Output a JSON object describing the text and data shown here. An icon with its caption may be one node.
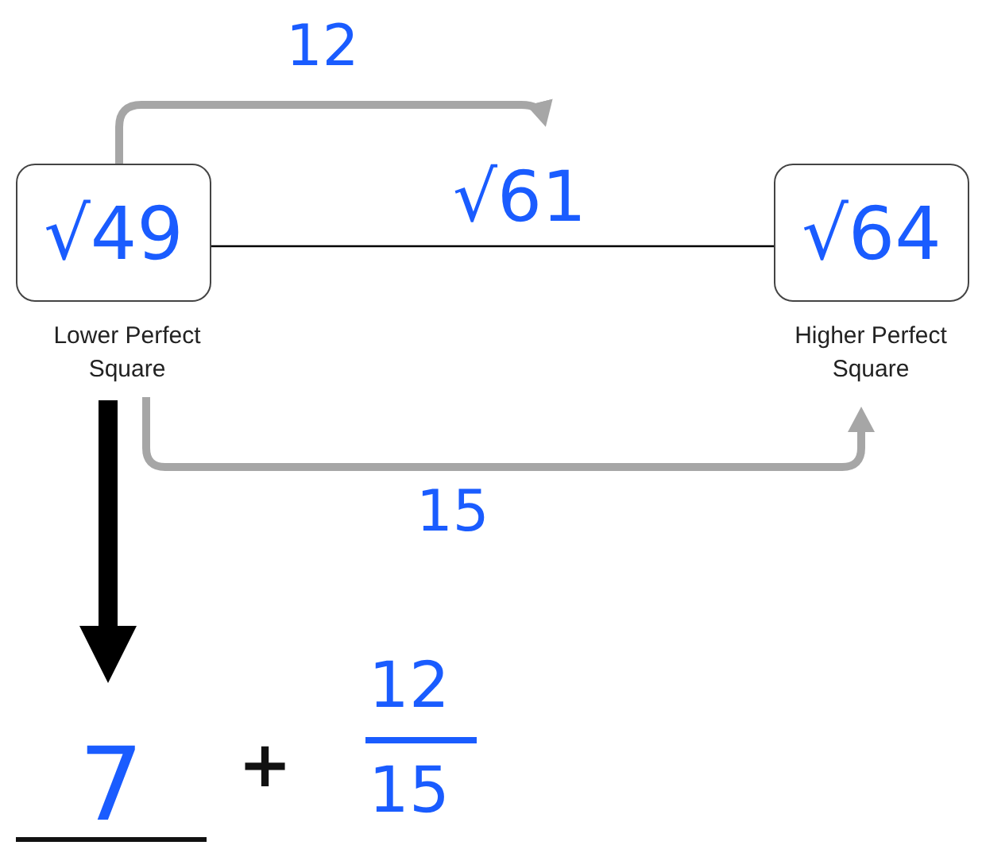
{
  "diagram": {
    "nodes": [
      {
        "text": [
          "√49"
        ],
        "beside": [
          "Lower Perfect Square"
        ]
      },
      {
        "text": [
          "√64"
        ],
        "beside": [
          "Higher Perfect Square"
        ]
      },
      {
        "text": [
          "7"
        ]
      }
    ],
    "edges": [
      {
        "from": 0,
        "to": 1,
        "arrow": "none",
        "label": "√61"
      },
      {
        "from": 0,
        "to": null,
        "arrow": "to",
        "label": "12",
        "color": "#a6a6a6"
      },
      {
        "from": 0,
        "to": 1,
        "arrow": "to",
        "label": "15",
        "color": "#a6a6a6"
      },
      {
        "from": 0,
        "to": 2,
        "arrow": "to",
        "style": "thick"
      }
    ],
    "labels": [
      "+",
      "12",
      "15"
    ]
  }
}
